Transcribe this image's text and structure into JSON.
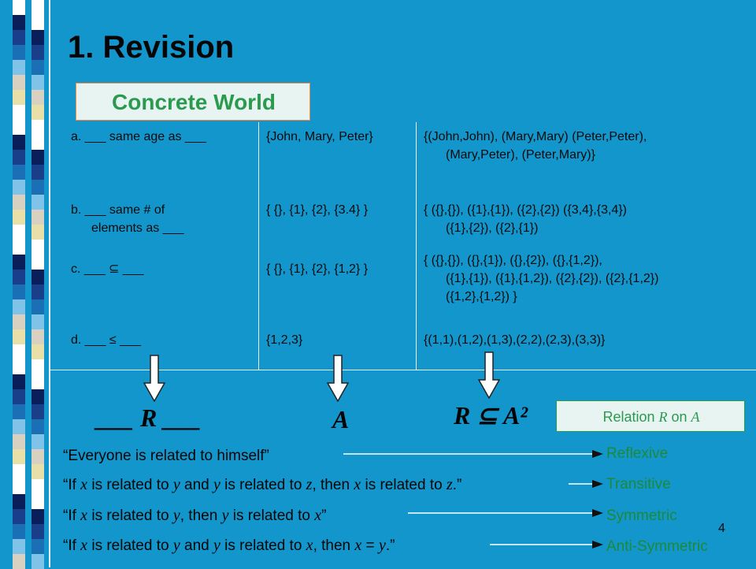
{
  "slide": {
    "title": "1. Revision",
    "section_box": "Concrete World",
    "page_number": "4"
  },
  "table": {
    "rows": [
      {
        "relation": [
          "a. ___ same age as ___"
        ],
        "set": "{John, Mary, Peter}",
        "pairs": [
          "{(John,John), (Mary,Mary) (Peter,Peter),",
          "(Mary,Peter), (Peter,Mary)}"
        ]
      },
      {
        "relation": [
          "b. ___ same # of",
          "elements as ___"
        ],
        "set": "{ {}, {1}, {2}, {3.4} }",
        "pairs": [
          "{ ({},{}), ({1},{1}), ({2},{2}) ({3,4},{3,4})",
          "({1},{2}), ({2},{1})"
        ]
      },
      {
        "relation": [
          "c. ___ ⊆ ___"
        ],
        "set": "{ {}, {1}, {2}, {1,2} }",
        "pairs": [
          "{ ({},{}), ({},{1}), ({},{2}), ({},{1,2}),",
          "({1},{1}), ({1},{1,2}), ({2},{2}), ({2},{1,2})",
          "({1,2},{1,2}) }"
        ]
      },
      {
        "relation": [
          "d. ___ ≤ ___"
        ],
        "set": "{1,2,3}",
        "pairs": [
          "{(1,1),(1,2),(1,3),(2,2),(2,3),(3,3)}"
        ]
      }
    ]
  },
  "summary": {
    "relation_label": "___ R ___",
    "set_label": "A",
    "subset_label": "R ⊆ A²"
  },
  "relation_box": {
    "prefix": "Relation ",
    "r": "R",
    "mid": " on ",
    "a": "A"
  },
  "properties": [
    {
      "quote_parts": [
        "“Everyone is related to himself”"
      ],
      "name": "Reflexive"
    },
    {
      "quote_parts": [
        "“If ",
        "x",
        " is related to ",
        "y",
        " and ",
        "y",
        " is related to ",
        "z",
        ", then ",
        "x",
        " is related to ",
        "z",
        ".”"
      ],
      "name": "Transitive"
    },
    {
      "quote_parts": [
        "“If ",
        "x",
        " is related to ",
        "y",
        ", then ",
        "y",
        " is related to ",
        "x",
        "”"
      ],
      "name": "Symmetric"
    },
    {
      "quote_parts": [
        "“If ",
        "x",
        " is related to ",
        "y",
        " and ",
        "y",
        " is related to ",
        "x",
        ", then ",
        "x",
        " = ",
        "y",
        ".”"
      ],
      "name": "Anti-Symmetric"
    }
  ],
  "colors": {
    "background": "#1296cc",
    "green_text": "#2a9a4e",
    "box_border_orange": "#ff8a3a",
    "arrow_fill": "#ffffff"
  }
}
